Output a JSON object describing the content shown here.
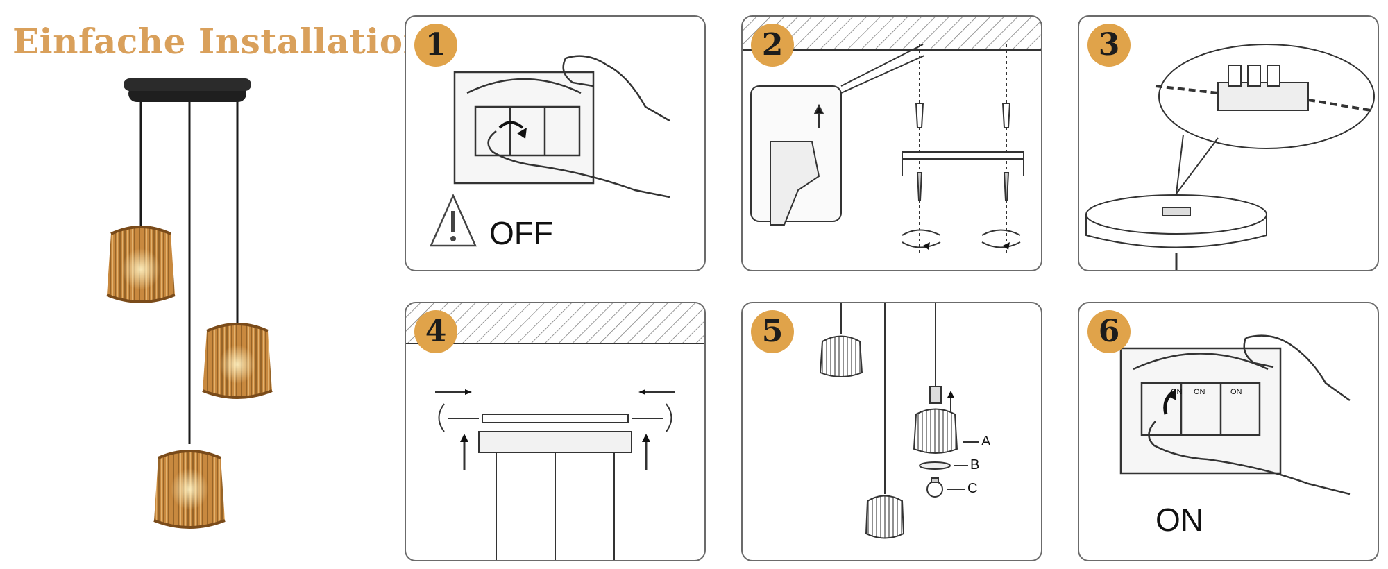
{
  "title": "Einfache Installation",
  "colors": {
    "accent": "#e0a34a",
    "title": "#d9a05b",
    "rattan": "#c8893f",
    "line": "#333333"
  },
  "steps": [
    {
      "number": "1",
      "label": "OFF",
      "icons": [
        "warning-icon",
        "hand-icon",
        "switch-off-icon"
      ]
    },
    {
      "number": "2",
      "icons": [
        "drill-icon",
        "dowel-icon",
        "screw-icon",
        "bracket-icon",
        "rotate-icon"
      ]
    },
    {
      "number": "3",
      "icons": [
        "terminal-block-icon",
        "canopy-icon"
      ]
    },
    {
      "number": "4",
      "icons": [
        "screw-icon",
        "rotate-icon",
        "arrow-up-icon",
        "canopy-icon"
      ]
    },
    {
      "number": "5",
      "parts": [
        "A",
        "B",
        "C"
      ],
      "icons": [
        "shade-icon",
        "socket-icon",
        "bulb-icon"
      ]
    },
    {
      "number": "6",
      "label": "ON",
      "switch_labels": [
        "ON",
        "ON",
        "ON"
      ],
      "icons": [
        "hand-icon",
        "switch-on-icon"
      ]
    }
  ]
}
